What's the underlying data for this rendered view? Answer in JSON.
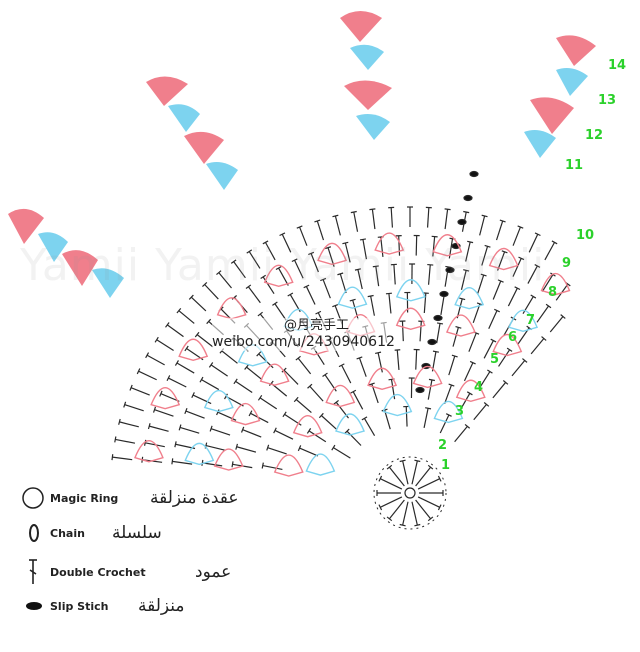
{
  "watermark": "Yamii Yamii Yamii Yamii",
  "weibo": {
    "brand": "@月亮手工",
    "url": "weibo.com/u/2430940612"
  },
  "row_numbers": [
    "1",
    "2",
    "3",
    "4",
    "5",
    "6",
    "7",
    "8",
    "9",
    "10",
    "11",
    "12",
    "13",
    "14"
  ],
  "legend": [
    {
      "symbol": "magic-ring",
      "en": "Magic Ring",
      "ar": "عقدة منزلقة"
    },
    {
      "symbol": "chain",
      "en": "Chain",
      "ar": "سلسلة"
    },
    {
      "symbol": "double-crochet",
      "en": "Double Crochet",
      "ar": "عمود"
    },
    {
      "symbol": "slip-stitch",
      "en": "Slip Stich",
      "ar": "منزلقة"
    }
  ],
  "colors": {
    "pink": "#f07f8c",
    "blue": "#7dd3ef",
    "stitch": "#2a2a2a",
    "row_number": "#2bd12b"
  }
}
